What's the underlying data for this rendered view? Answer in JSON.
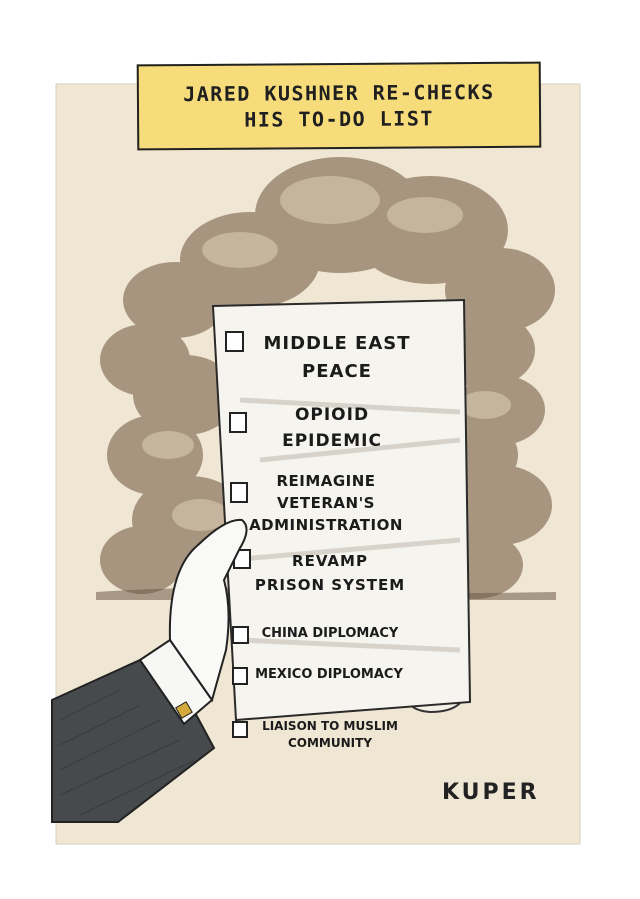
{
  "title": {
    "line1": "JARED KUSHNER RE-CHECKS",
    "line2": "HIS TO-DO LIST"
  },
  "todo_list": [
    {
      "line1": "MIDDLE EAST",
      "line2": "PEACE"
    },
    {
      "line1": "OPIOID",
      "line2": "EPIDEMIC"
    },
    {
      "line1": "REIMAGINE",
      "line2": "VETERAN'S",
      "line3": "ADMINISTRATION"
    },
    {
      "line1": "REVAMP",
      "line2": "PRISON SYSTEM"
    },
    {
      "line1": "CHINA DIPLOMACY"
    },
    {
      "line1": "MEXICO DIPLOMACY"
    },
    {
      "line1": "LIAISON TO MUSLIM",
      "line2": "COMMUNITY"
    }
  ],
  "signature": "KUPER",
  "colors": {
    "title_box": "#f6dc7a",
    "paper_bg": "#efe6d3",
    "smoke": "#8f7a64",
    "suit": "#474a4d"
  }
}
